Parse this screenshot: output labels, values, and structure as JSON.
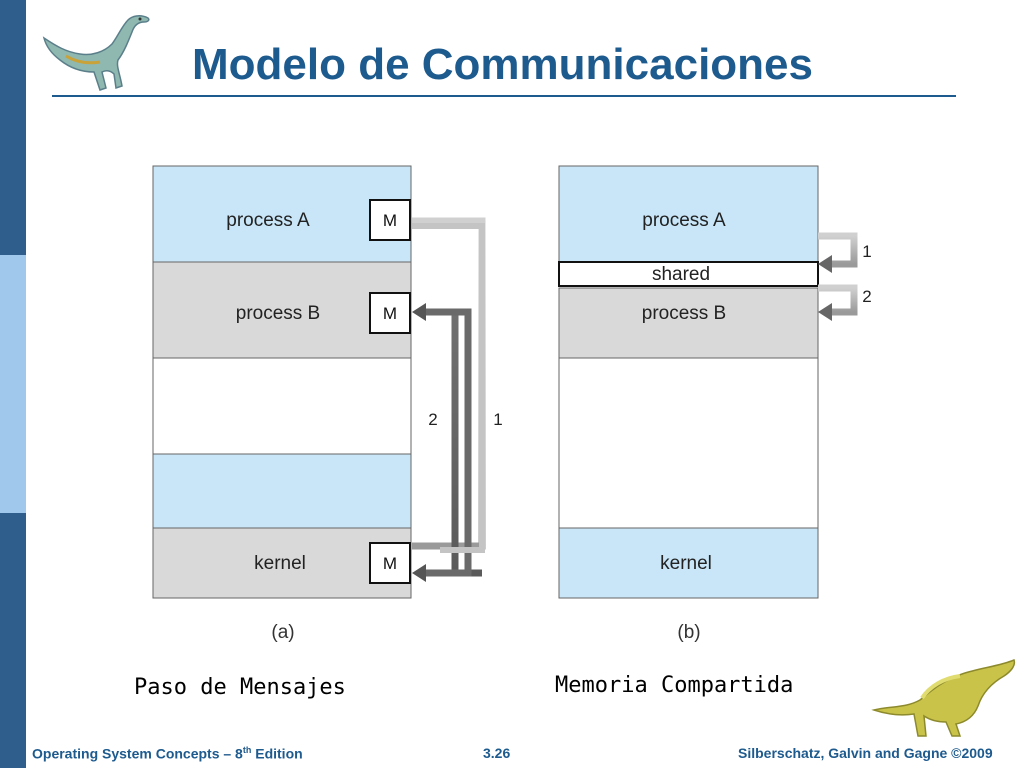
{
  "slide": {
    "title": "Modelo de Communicaciones",
    "caption_left": "Paso de Mensajes",
    "caption_right": "Memoria Compartida"
  },
  "diagram_a": {
    "label": "(a)",
    "process_a": "process A",
    "process_b": "process B",
    "kernel": "kernel",
    "message_box": "M",
    "arrow_1": "1",
    "arrow_2": "2"
  },
  "diagram_b": {
    "label": "(b)",
    "process_a": "process A",
    "shared": "shared",
    "process_b": "process B",
    "kernel": "kernel",
    "arrow_1": "1",
    "arrow_2": "2"
  },
  "footer": {
    "left_prefix": "Operating System Concepts – 8",
    "left_sup": "th",
    "left_suffix": " Edition",
    "page": "3.26",
    "right": "Silberschatz, Galvin and Gagne ©2009"
  },
  "colors": {
    "title": "#1d5a8e",
    "light_blue": "#c8e6f8",
    "gray": "#d9d9d9",
    "sidebar_dark": "#2f5d8c",
    "sidebar_light": "#9fc8ec"
  }
}
